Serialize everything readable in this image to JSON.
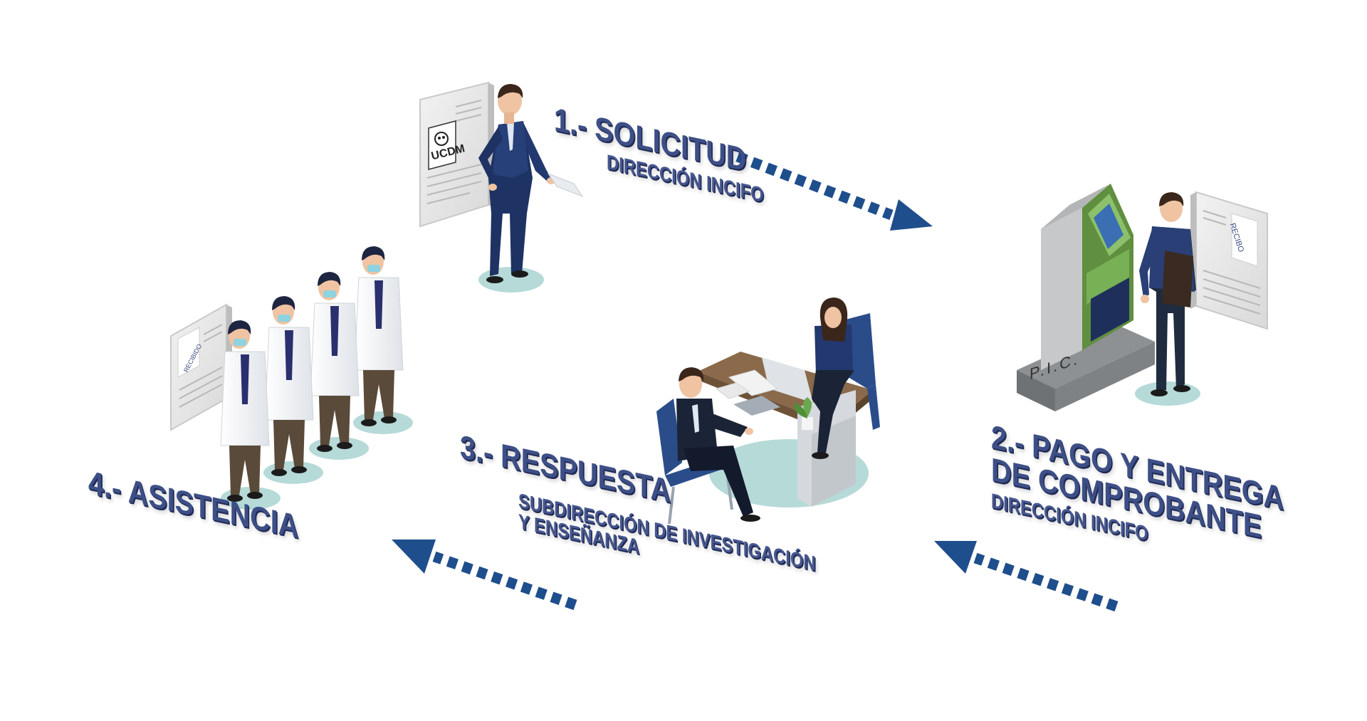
{
  "steps": [
    {
      "id": 1,
      "title": "1.- SOLICITUD",
      "subtitle_lines": [
        "DIRECCIÓN INCIFO"
      ]
    },
    {
      "id": 2,
      "title_lines": [
        "2.- PAGO Y ENTREGA",
        "DE COMPROBANTE"
      ],
      "subtitle_lines": [
        "DIRECCIÓN INCIFO"
      ]
    },
    {
      "id": 3,
      "title": "3.- RESPUESTA",
      "subtitle_lines": [
        "SUBDIRECCIÓN DE INVESTIGACIÓN",
        "Y ENSEÑANZA"
      ]
    },
    {
      "id": 4,
      "title": "4.- ASISTENCIA"
    }
  ],
  "labels": {
    "certificate": "UCDM",
    "kiosk": "P.I.C.",
    "receipt": "RECIBO",
    "received": "RECIBIDO"
  },
  "colors": {
    "text": "#3d4f86",
    "text_shadow": "#1f2a55",
    "arrow": "#1f4e8c",
    "navy_suit": "#1e3263",
    "floor_disc": "#b6dad8",
    "kiosk_green": "#6aa84f"
  }
}
